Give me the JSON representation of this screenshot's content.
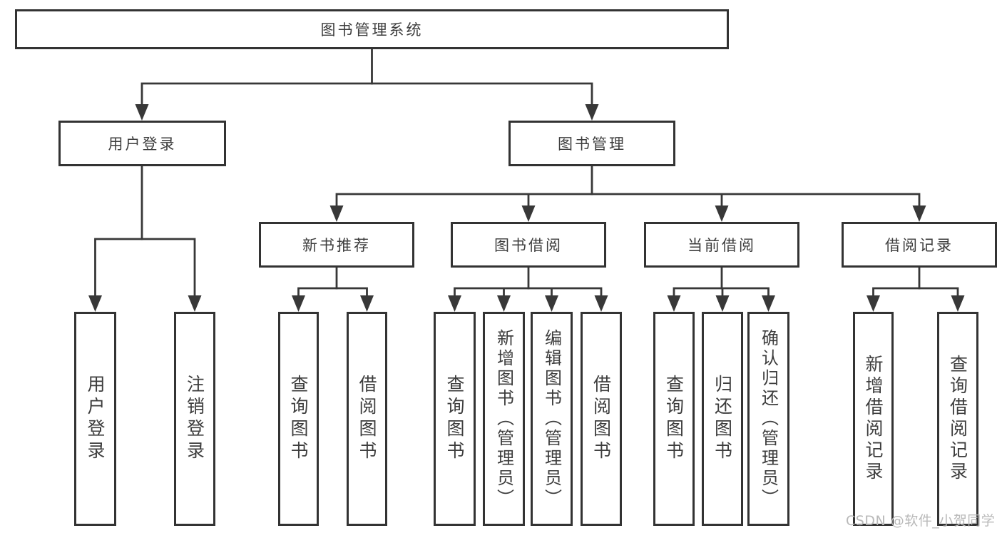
{
  "diagram": {
    "title": "图书管理系统",
    "root": {
      "label": "图书管理系统"
    },
    "level2": [
      {
        "label": "用户登录"
      },
      {
        "label": "图书管理"
      }
    ],
    "level3": [
      {
        "label": "新书推荐",
        "parent": "图书管理"
      },
      {
        "label": "图书借阅",
        "parent": "图书管理"
      },
      {
        "label": "当前借阅",
        "parent": "图书管理"
      },
      {
        "label": "借阅记录",
        "parent": "图书管理"
      }
    ],
    "leaves": [
      {
        "label": "用户登录",
        "parent": "用户登录"
      },
      {
        "label": "注销登录",
        "parent": "用户登录"
      },
      {
        "label": "查询图书",
        "parent": "新书推荐"
      },
      {
        "label": "借阅图书",
        "parent": "新书推荐"
      },
      {
        "label": "查询图书",
        "parent": "图书借阅"
      },
      {
        "label": "新增图书（管理员）",
        "parent": "图书借阅"
      },
      {
        "label": "编辑图书（管理员）",
        "parent": "图书借阅"
      },
      {
        "label": "借阅图书",
        "parent": "图书借阅"
      },
      {
        "label": "查询图书",
        "parent": "当前借阅"
      },
      {
        "label": "归还图书",
        "parent": "当前借阅"
      },
      {
        "label": "确认归还（管理员）",
        "parent": "当前借阅"
      },
      {
        "label": "新增借阅记录",
        "parent": "借阅记录"
      },
      {
        "label": "查询借阅记录",
        "parent": "借阅记录"
      }
    ]
  },
  "watermark": {
    "text": "CSDN @软件_小贺同学"
  },
  "colors": {
    "line": "#383838",
    "box_border": "#333333",
    "text": "#3d3d3d",
    "background": "#ffffff",
    "watermark": "#b9b9b9"
  }
}
